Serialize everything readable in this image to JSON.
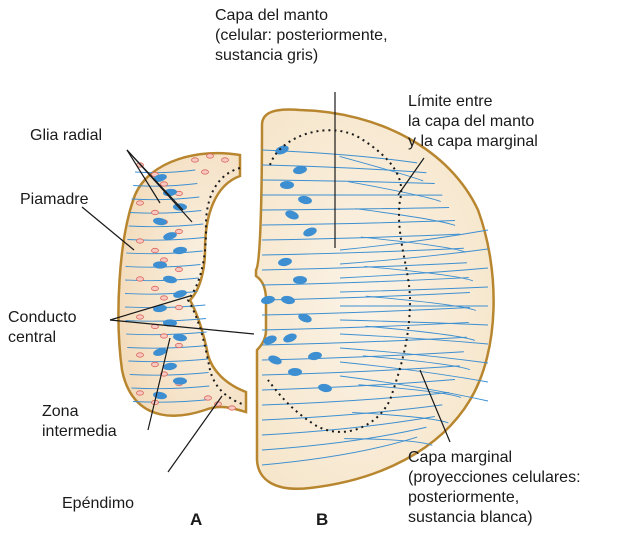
{
  "labels": {
    "capa_manto": [
      "Capa del manto",
      "(celular: posteriormente,",
      "sustancia gris)"
    ],
    "limite": [
      "Límite entre",
      "la capa del manto",
      "y la capa marginal"
    ],
    "glia_radial": "Glia radial",
    "piamadre": "Piamadre",
    "conducto_central": [
      "Conducto",
      "central"
    ],
    "zona_intermedia": [
      "Zona",
      "intermedia"
    ],
    "capa_marginal": [
      "Capa marginal",
      "(proyecciones celulares:",
      "posteriormente,",
      "sustancia blanca)"
    ],
    "ependimo": "Epéndimo",
    "panel_a": "A",
    "panel_b": "B"
  },
  "colors": {
    "tissue_fill": "#f6e6cc",
    "tissue_fill_center": "#fbf3e6",
    "outline": "#b8862f",
    "neuron": "#3d8fd1",
    "fiber": "#3d8fd1",
    "vessel_fill": "#f7c9c2",
    "vessel_stroke": "#d9685c",
    "boundary": "#1a1a1a",
    "leader": "#1a1a1a"
  }
}
